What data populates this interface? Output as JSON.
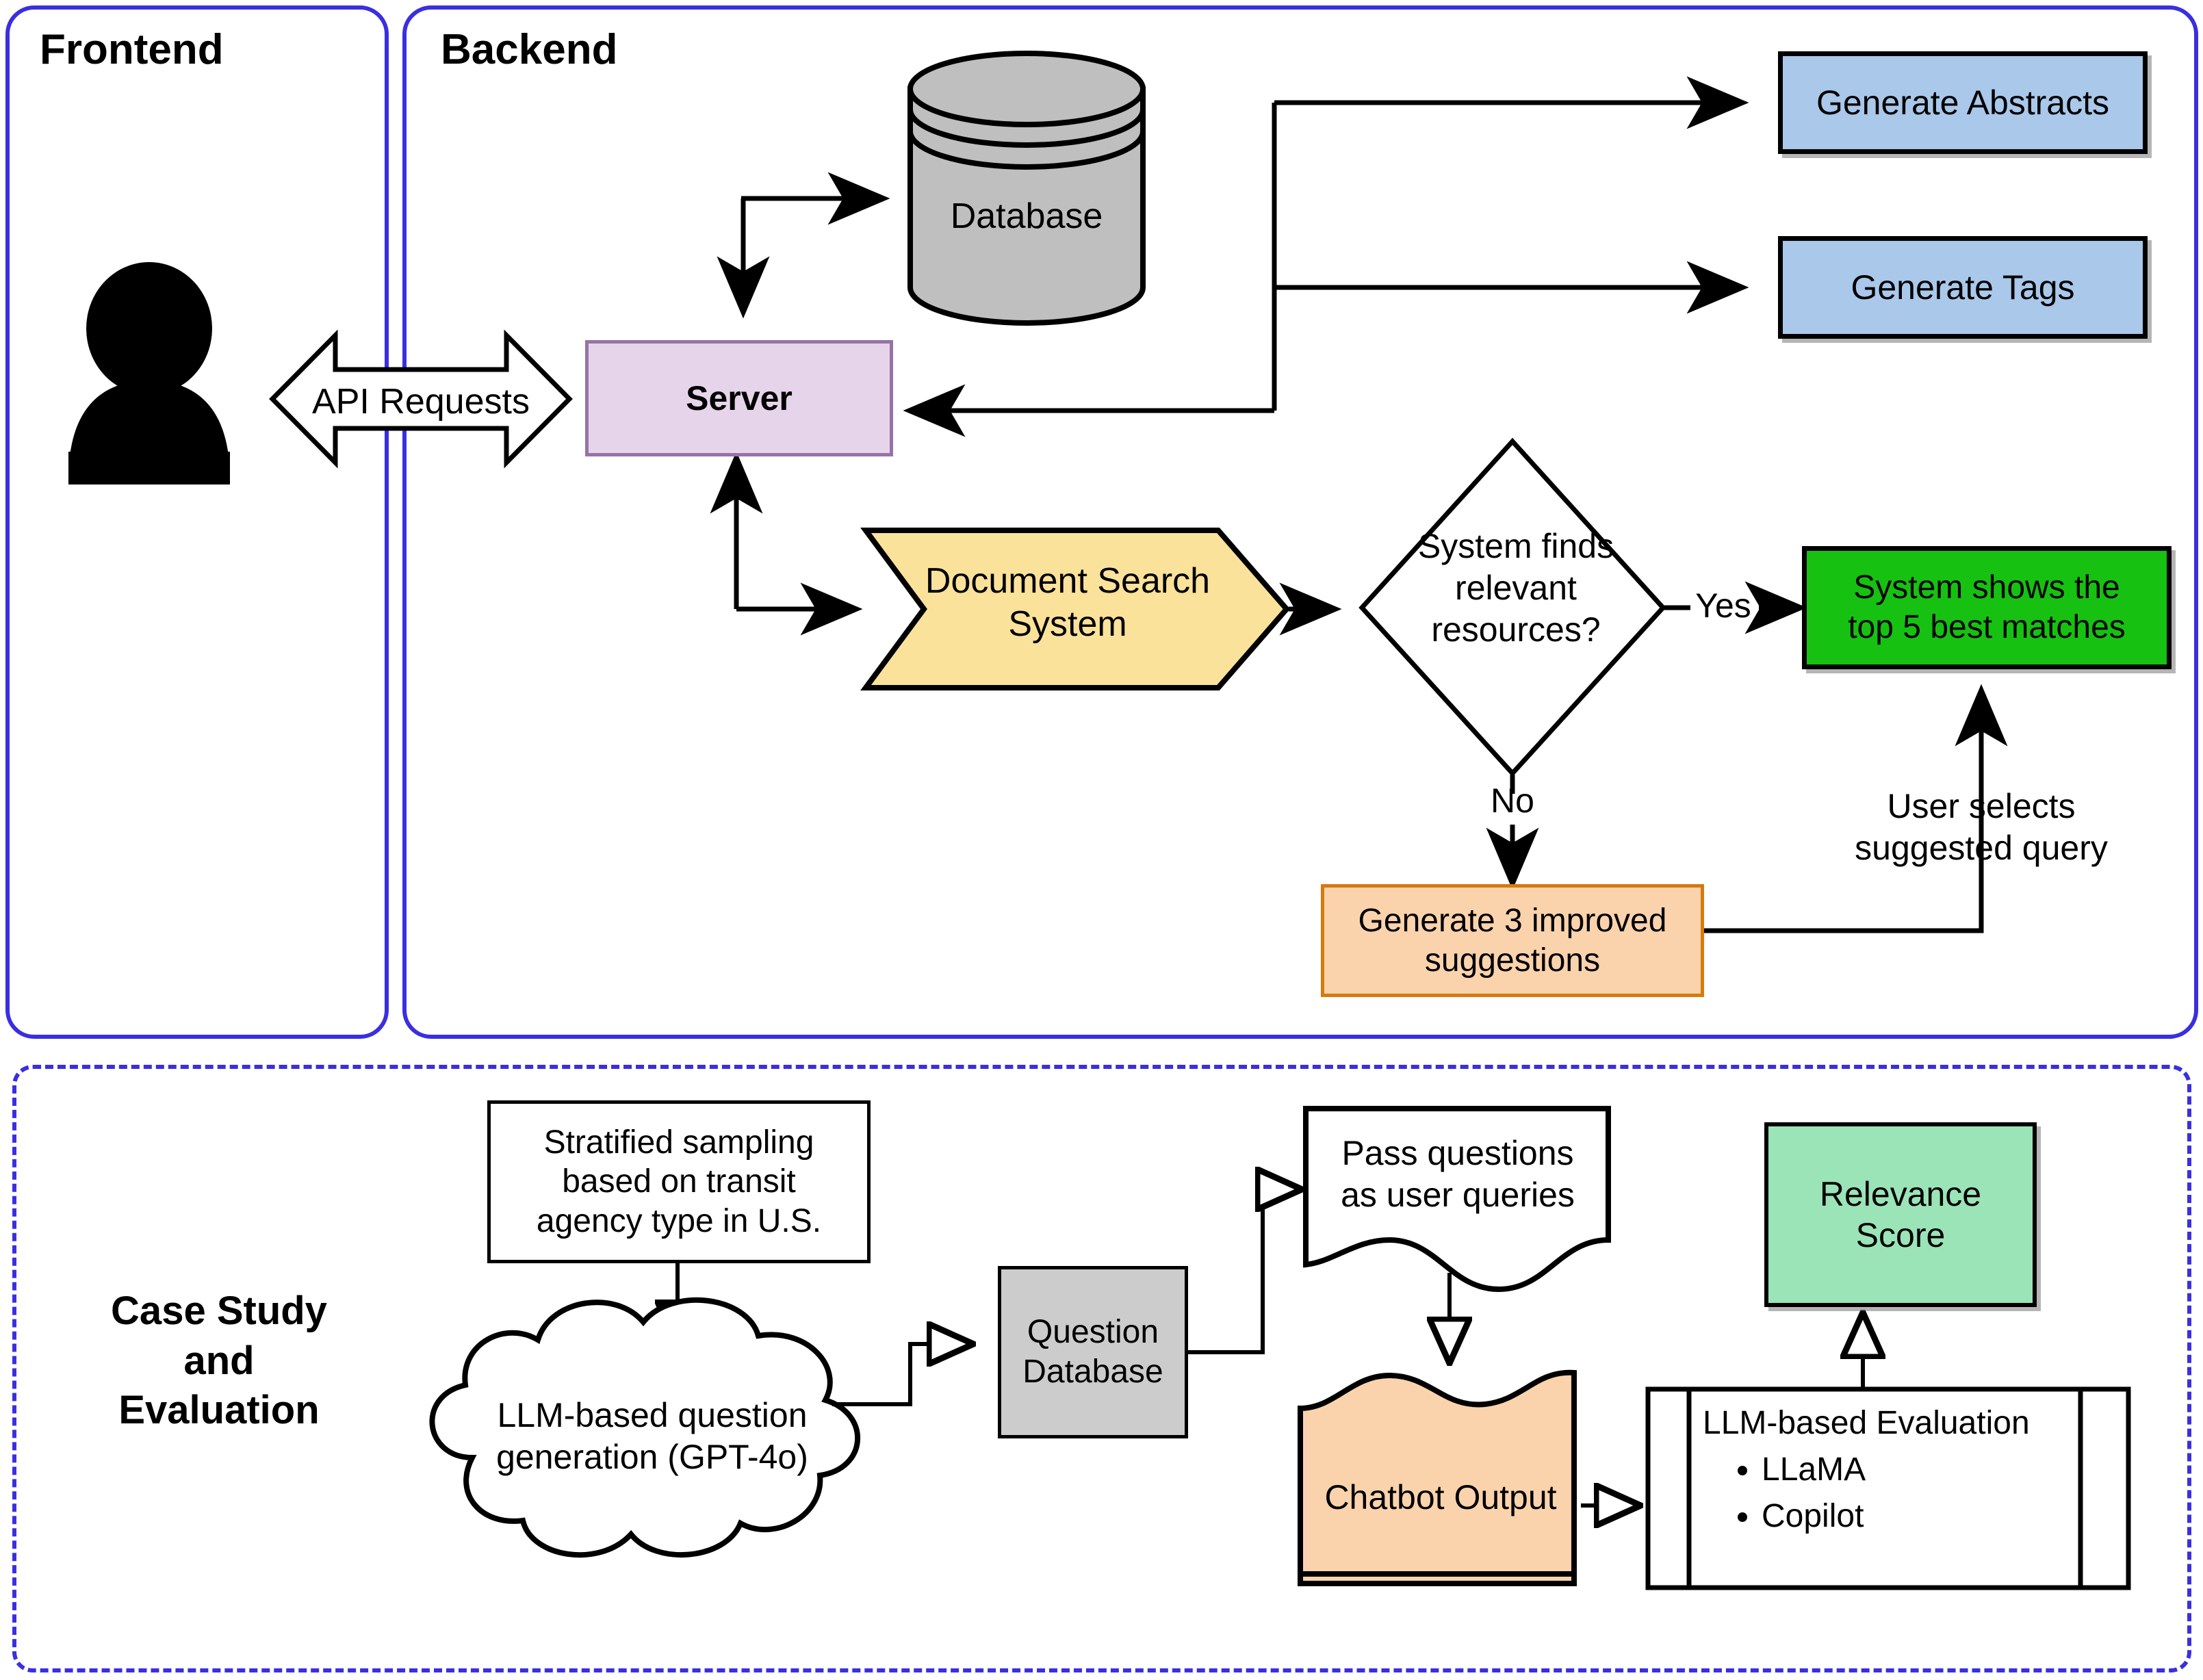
{
  "panels": {
    "frontend": {
      "title": "Frontend"
    },
    "backend": {
      "title": "Backend"
    },
    "casestudy": {
      "title": "Case Study\nand\nEvaluation"
    }
  },
  "frontend": {
    "user_icon": "user-person-icon",
    "api_arrow_label": "API Requests"
  },
  "backend": {
    "database": "Database",
    "server": "Server",
    "generate_abstracts": "Generate Abstracts",
    "generate_tags": "Generate Tags",
    "document_search": "Document Search\nSystem",
    "decision": "System finds\nrelevant\nresources?",
    "yes_label": "Yes",
    "no_label": "No",
    "top_matches": "System shows the\ntop 5 best matches",
    "improved_suggestions": "Generate 3 improved\nsuggestions",
    "user_selects": "User selects\nsuggested query"
  },
  "casestudy": {
    "stratified": "Stratified sampling\nbased on transit\nagency type in U.S.",
    "llm_question_gen": "LLM-based question\ngeneration (GPT-4o)",
    "question_db": "Question\nDatabase",
    "pass_questions": "Pass questions\nas user queries",
    "chatbot_output": "Chatbot Output",
    "relevance_score": "Relevance\nScore",
    "evaluation_title": "LLM-based Evaluation",
    "evaluation_items": [
      "LLaMA",
      "Copilot"
    ]
  },
  "colors": {
    "panel_border": "#3a2fe0",
    "blue_fill": "#a9c8ea",
    "green_fill": "#16c111",
    "orange_fill": "#fad3ac",
    "orange_border": "#d6790f",
    "purple_fill": "#e6d5ea",
    "purple_border": "#9673a6",
    "grey_fill": "#cccccc",
    "mint_fill": "#9ae4b8",
    "yellow_fill": "#fbe29a",
    "db_fill": "#bfbfbf"
  }
}
